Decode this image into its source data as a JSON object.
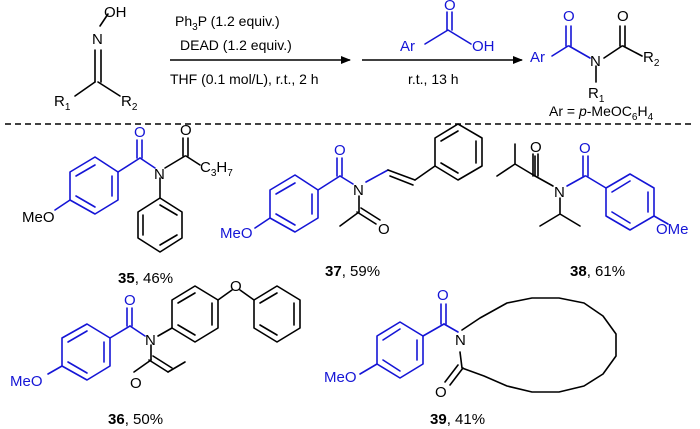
{
  "colors": {
    "acyl": "#1515d6",
    "ink": "#000000"
  },
  "reaction": {
    "start_labels": {
      "oh": "OH",
      "n": "N",
      "r1": "R",
      "r1_sub": "1",
      "r2": "R",
      "r2_sub": "2"
    },
    "step1": {
      "line1_pre": "Ph",
      "line1_sub": "3",
      "line1_post": "P (1.2 equiv.)",
      "line2": "DEAD (1.2 equiv.)",
      "line3": "THF (0.1 mol/L), r.t., 2 h"
    },
    "acid_labels": {
      "ar": "Ar",
      "oh": "OH",
      "o": "O"
    },
    "step2": {
      "line1": "r.t., 13 h"
    },
    "product_labels": {
      "ar": "Ar",
      "o": "O",
      "n": "N",
      "r1": "R",
      "r1_sub": "1",
      "r2": "R",
      "r2_sub": "2"
    },
    "ar_def_pre": "Ar = ",
    "ar_def_italic": "p",
    "ar_def_mid": "-MeOC",
    "ar_def_sub1": "6",
    "ar_def_h": "H",
    "ar_def_sub2": "4"
  },
  "compounds": [
    {
      "id": "35",
      "yield": ", 46%",
      "labels": {
        "meo": "MeO",
        "o1": "O",
        "n": "N",
        "o2": "O",
        "c3h7": "C",
        "c_sub1": "3",
        "h": "H",
        "c_sub2": "7"
      }
    },
    {
      "id": "37",
      "yield": ", 59%",
      "labels": {
        "meo": "MeO",
        "o1": "O",
        "n": "N",
        "o2": "O"
      }
    },
    {
      "id": "38",
      "yield": ", 61%",
      "labels": {
        "ome": "OMe",
        "o1": "O",
        "n": "N",
        "o2": "O"
      }
    },
    {
      "id": "36",
      "yield": ", 50%",
      "labels": {
        "meo": "MeO",
        "o1": "O",
        "n": "N",
        "o2": "O",
        "o3": "O"
      }
    },
    {
      "id": "39",
      "yield": ", 41%",
      "labels": {
        "meo": "MeO",
        "o1": "O",
        "n": "N",
        "o2": "O"
      }
    }
  ]
}
